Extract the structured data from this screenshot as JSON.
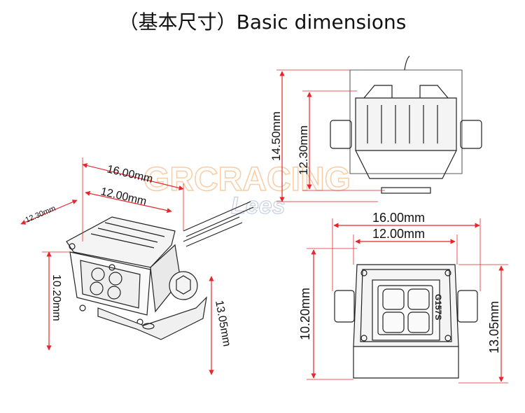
{
  "title": "（基本尺寸）Basic dimensions",
  "watermark": {
    "brand": "GRCRACING",
    "sub": "Lees"
  },
  "colors": {
    "dimension_line": "#e8252b",
    "outline": "#222222",
    "watermark": "#f3a35a"
  },
  "perspective_view": {
    "width_outer": "16.00mm",
    "width_inner": "12.00mm",
    "depth": "12.30mm",
    "height_front": "10.20mm",
    "height_total": "13.05mm"
  },
  "side_view": {
    "height_total": "14.50mm",
    "height_body": "12.30mm"
  },
  "front_view": {
    "width_outer": "16.00mm",
    "width_inner": "12.00mm",
    "height_front": "10.20mm",
    "height_total": "13.05mm",
    "badge": "G157S"
  }
}
